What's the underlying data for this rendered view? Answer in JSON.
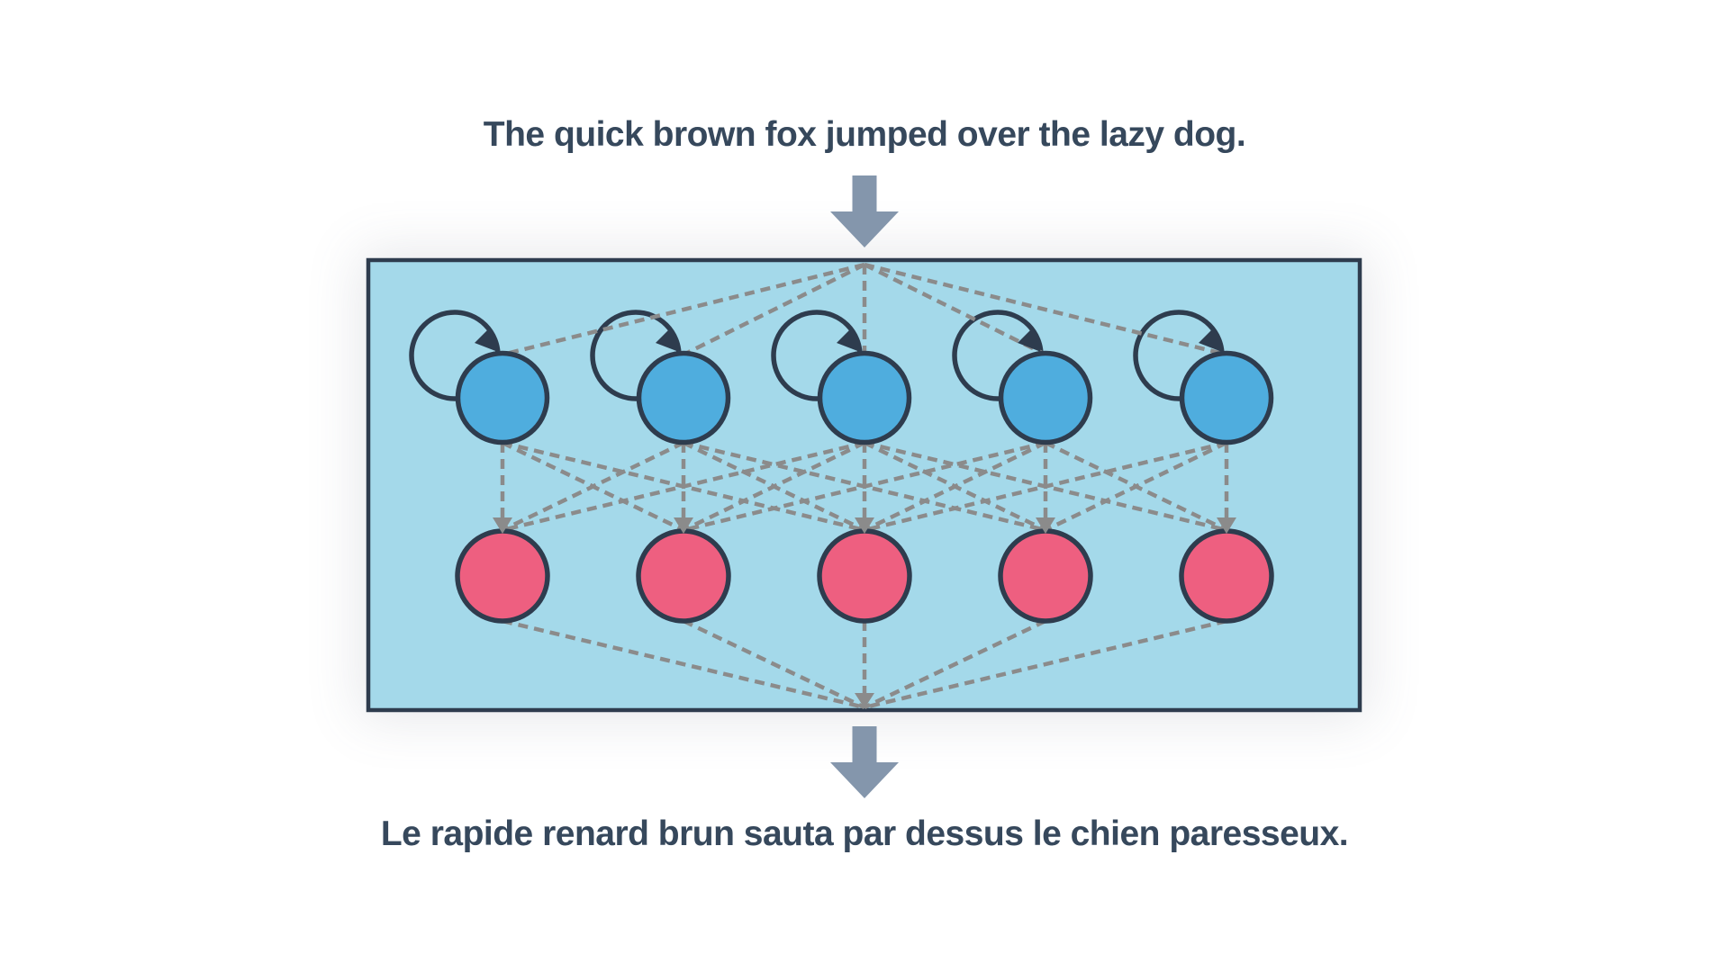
{
  "diagram": {
    "input_sentence": "The quick brown fox jumped over the lazy dog.",
    "output_sentence": "Le rapide renard brun sauta par dessus le chien paresseux.",
    "hidden_nodes": 5,
    "output_nodes": 5,
    "connection_span": 2,
    "icons": {
      "input_flow": "down-arrow",
      "output_flow": "down-arrow",
      "hidden_node_decoration": "self-loop-arrow"
    },
    "colors": {
      "background": "#ffffff",
      "box_fill": "#a4d9ea",
      "outline": "#2e3c4e",
      "hidden_node": "#4fadde",
      "output_node": "#ee5f80",
      "connection": "#8b8b8b",
      "flow_arrow": "#8496ac",
      "text": "#36485c"
    }
  }
}
